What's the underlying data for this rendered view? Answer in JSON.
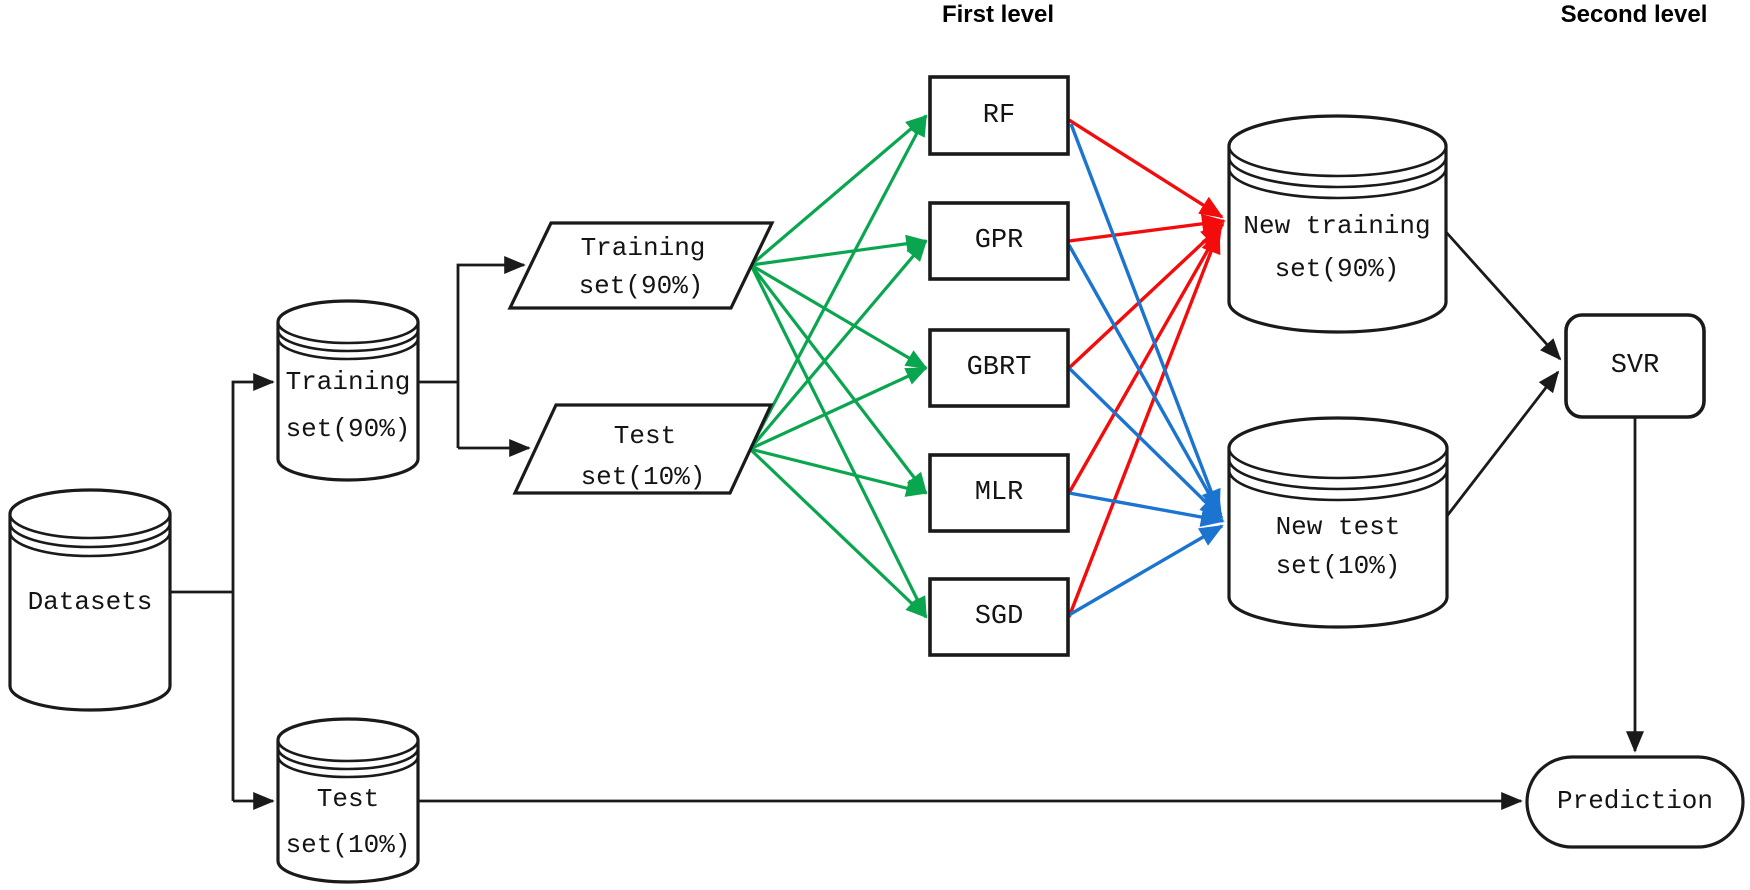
{
  "headers": {
    "first_level": "First level",
    "second_level": "Second level"
  },
  "colors": {
    "stage1_input_arrows": "#0aa64f",
    "stage1_to_new_training": "#f40c0c",
    "stage1_to_new_test": "#1b74cf",
    "flow_arrows": "#1a1a1a"
  },
  "nodes": {
    "datasets": {
      "label": "Datasets"
    },
    "training_cylinder": {
      "line1": "Training",
      "line2": "set(90%)"
    },
    "test_cylinder": {
      "line1": "Test",
      "line2": "set(10%)"
    },
    "training_parallelogram": {
      "line1": "Training",
      "line2": "set(90%)"
    },
    "test_parallelogram": {
      "line1": "Test",
      "line2": "set(10%)"
    },
    "new_training_cylinder": {
      "line1": "New training",
      "line2": "set(90%)"
    },
    "new_test_cylinder": {
      "line1": "New test",
      "line2": "set(10%)"
    },
    "svr": {
      "label": "SVR"
    },
    "prediction": {
      "label": "Prediction"
    }
  },
  "models": [
    {
      "label": "RF"
    },
    {
      "label": "GPR"
    },
    {
      "label": "GBRT"
    },
    {
      "label": "MLR"
    },
    {
      "label": "SGD"
    }
  ]
}
